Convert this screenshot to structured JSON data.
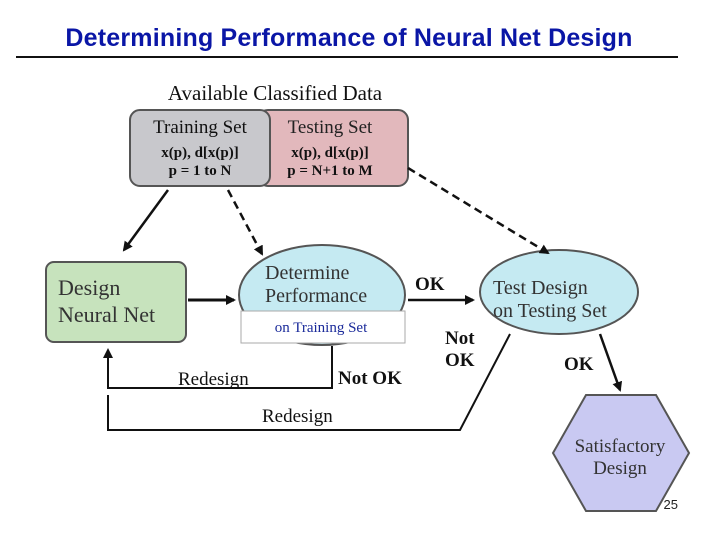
{
  "slide": {
    "title": "Determining Performance of Neural Net Design",
    "page_number": "25"
  },
  "diagram": {
    "header": "Available Classified Data",
    "training_set": {
      "title": "Training Set",
      "line1": "x(p), d[x(p)]",
      "line2": "p = 1 to N"
    },
    "testing_set": {
      "title": "Testing Set",
      "line1": "x(p), d[x(p)]",
      "line2": "p = N+1 to M"
    },
    "design_net": {
      "line1": "Design",
      "line2": "Neural Net"
    },
    "determine_perf": {
      "line1": "Determine",
      "line2": "Performance",
      "band": "on Training Set"
    },
    "test_design": {
      "line1": "Test Design",
      "line2": "on Testing Set"
    },
    "satisfactory": {
      "line1": "Satisfactory",
      "line2": "Design"
    },
    "labels": {
      "ok1": "OK",
      "not_ok_upper": "Not",
      "not_ok_lower": "OK",
      "ok2": "OK",
      "redesign1": "Redesign",
      "not_ok": "Not OK",
      "redesign2": "Redesign"
    },
    "colors": {
      "training_fill": "#c8c8cc",
      "testing_fill": "#e2b8bc",
      "design_fill": "#c7e3bd",
      "ellipse_fill": "#c5eaf2",
      "hexagon_fill": "#c9c9f2",
      "title_color": "#0a16a6"
    }
  }
}
